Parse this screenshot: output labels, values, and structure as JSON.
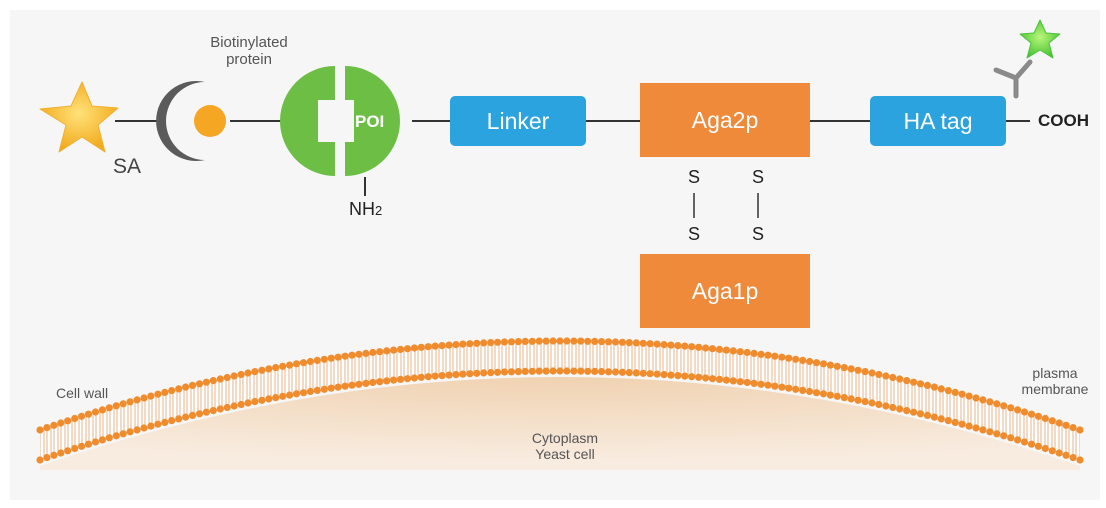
{
  "labels": {
    "biotinylated_protein": [
      "Biotinylated",
      "protein"
    ],
    "sa": "SA",
    "poi": "POI",
    "nh2_main": "NH",
    "nh2_sub": "2",
    "linker": "Linker",
    "aga2p": "Aga2p",
    "aga1p": "Aga1p",
    "ha_tag": "HA tag",
    "cooh": "COOH",
    "disulfide_atom": "S",
    "cell_wall": "Cell wall",
    "plasma_membrane": [
      "plasma",
      "membrane"
    ],
    "cytoplasm": "Cytoplasm",
    "yeast_cell": "Yeast cell"
  },
  "colors": {
    "star_fill": "#f7b733",
    "moon": "#5b5b5b",
    "biotin": "#f5a623",
    "poi_green": "#6cbf44",
    "blue_box": "#2ba3df",
    "orange_box": "#ee8a3a",
    "lipid_head": "#ef8c2e",
    "cytoplasm": "#f3dcc3",
    "antibody": "#8a8a8a",
    "fluor_star": "#6dd34a"
  },
  "icons": {
    "streptavidin": "yellow-star-icon",
    "biotin_binder": "crescent-moon-icon",
    "biotin": "orange-dot-icon",
    "antibody": "y-antibody-icon",
    "fluorophore": "green-star-icon"
  }
}
